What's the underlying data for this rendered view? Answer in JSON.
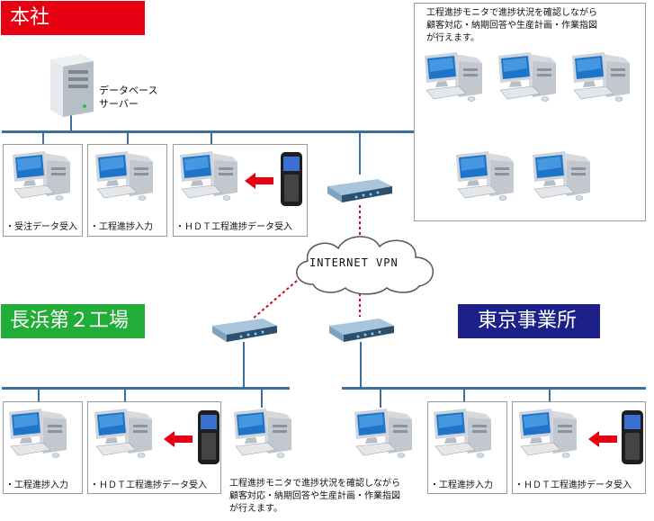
{
  "sites": {
    "honsha": {
      "label": "本社",
      "color": "#e60012"
    },
    "nagahama": {
      "label": "長浜第２工場",
      "color": "#22ac38"
    },
    "tokyo": {
      "label": "東京事業所",
      "color": "#1d2088"
    }
  },
  "server_label": "データベース\nサーバー",
  "captions": {
    "order": "・受注データ受入",
    "progress_input": "・工程進捗入力",
    "hdt": "・ＨＤＴ工程進捗データ受入"
  },
  "monitor_note": "工程進捗モニタで進捗状況を確認しながら\n顧客対応・納期回答や生産計画・作業指図\nが行えます。",
  "cloud_label": "INTERNET VPN",
  "colors": {
    "network_line": "#3f6f9f",
    "vpn_link": "#d9001b",
    "arrow": "#e60012"
  }
}
